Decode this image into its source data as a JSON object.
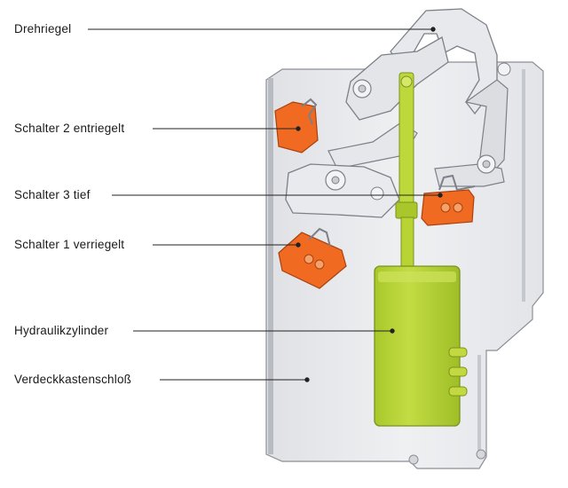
{
  "labels": {
    "drehriegel": "Drehriegel",
    "schalter2": "Schalter 2 entriegelt",
    "schalter3": "Schalter 3 tief",
    "schalter1": "Schalter 1 verriegelt",
    "hydraulikzylinder": "Hydraulikzylinder",
    "verdeckkastenschloss": "Verdeckkastenschloß"
  },
  "colors": {
    "plate": "#ecedf0",
    "plate_stroke": "#8c8f96",
    "switch": "#f06a22",
    "cylinder": "#b5d431",
    "line": "#222222"
  }
}
